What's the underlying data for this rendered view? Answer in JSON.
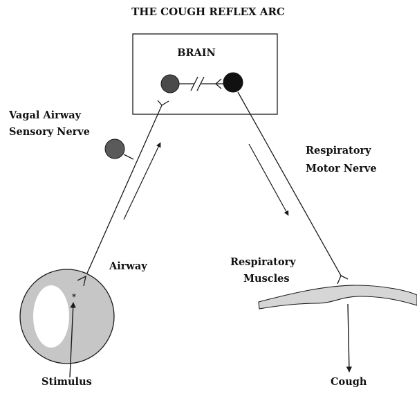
{
  "title": "THE COUGH REFLEX ARC",
  "brain": {
    "label": "BRAIN"
  },
  "labels": {
    "sensory_line1": "Vagal  Airway",
    "sensory_line2": "Sensory Nerve",
    "motor_line1": "Respiratory",
    "motor_line2": "Motor Nerve",
    "airway": "Airway",
    "muscles_line1": "Respiratory",
    "muscles_line2": "Muscles",
    "stimulus": "Stimulus",
    "cough": "Cough"
  },
  "colors": {
    "line": "#1a1a1a",
    "neuron_sensory": "#4a4a4a",
    "neuron_motor": "#111111",
    "sensory_cell": "#5a5a5a",
    "airway_tissue": "#c6c6c6",
    "diaphragm": "#d6d6d6"
  }
}
